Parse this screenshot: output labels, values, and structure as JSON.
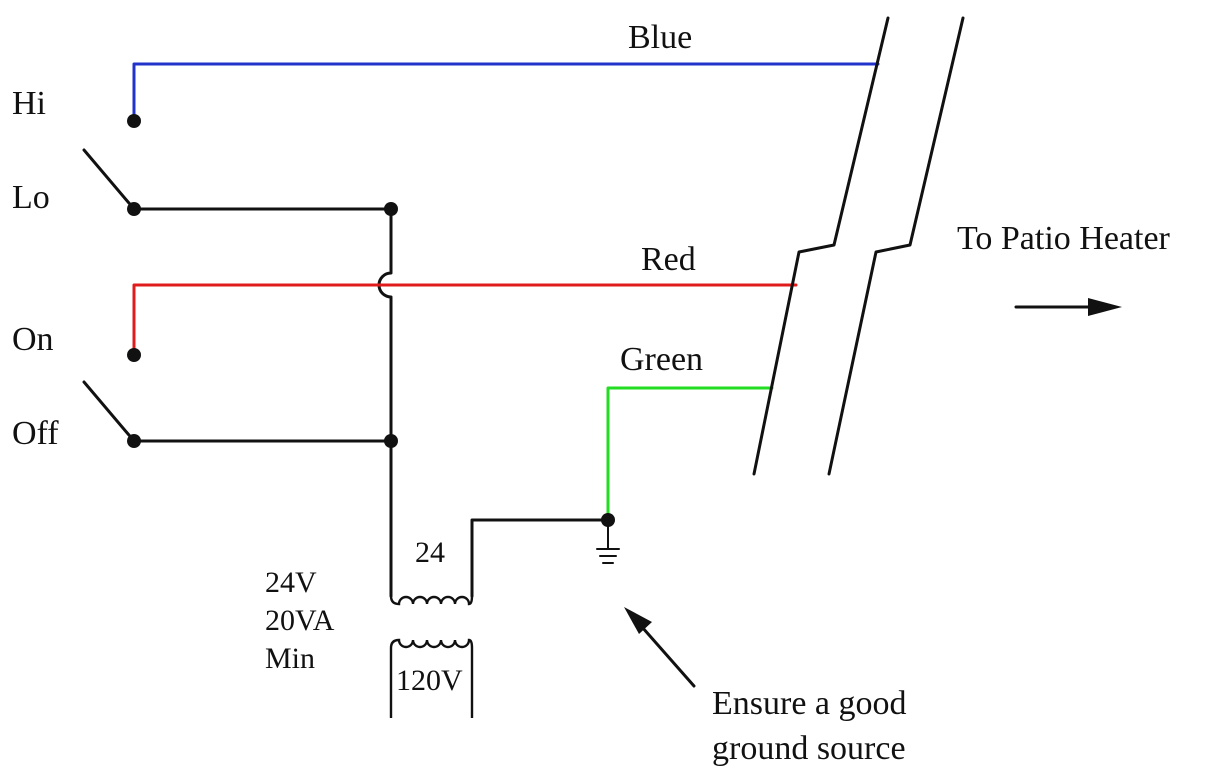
{
  "labels": {
    "hi": "Hi",
    "lo": "Lo",
    "on": "On",
    "off": "Off",
    "to_patio_heater": "To Patio Heater",
    "ensure_line1": "Ensure a good",
    "ensure_line2": "ground source",
    "secondary_24": "24",
    "rating_line1": "24V",
    "rating_line2": "20VA",
    "rating_line3": "Min",
    "primary_120v": "120V"
  },
  "wires": [
    {
      "label": "Blue",
      "color": "#2233cc"
    },
    {
      "label": "Red",
      "color": "#e01b1b"
    },
    {
      "label": "Green",
      "color": "#22dd22"
    }
  ],
  "colors": {
    "black": "#111111"
  }
}
